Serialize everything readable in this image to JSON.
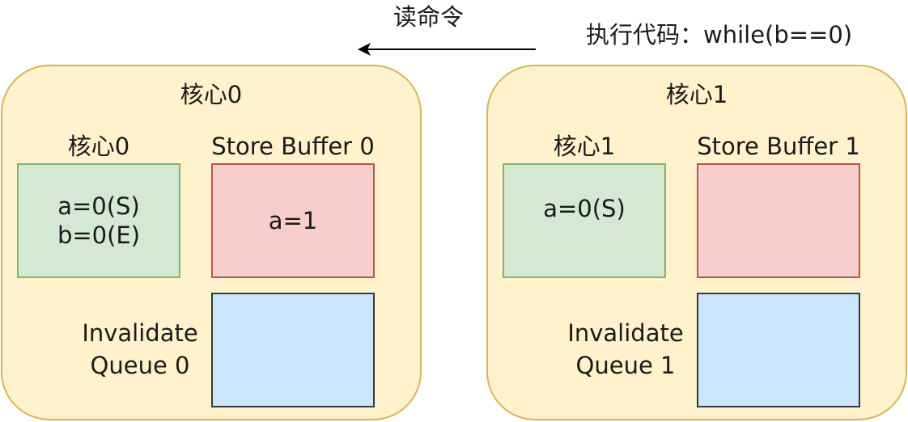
{
  "top": {
    "command_label": "读命令",
    "code_label": "执行代码：while(b==0)"
  },
  "cores": [
    {
      "title": "核心0",
      "cache_label": "核心0",
      "cache_lines": [
        "a=0(S)",
        "b=0(E)"
      ],
      "store_buffer_label": "Store Buffer 0",
      "store_buffer_lines": [
        "a=1"
      ],
      "invalidate_queue_label_line1": "Invalidate",
      "invalidate_queue_label_line2": "Queue 0"
    },
    {
      "title": "核心1",
      "cache_label": "核心1",
      "cache_lines": [
        "a=0(S)"
      ],
      "store_buffer_label": "Store Buffer 1",
      "store_buffer_lines": [],
      "invalidate_queue_label_line1": "Invalidate",
      "invalidate_queue_label_line2": "Queue 1"
    }
  ],
  "colors": {
    "core_fill": "#fff2cc",
    "core_stroke": "#d6b656",
    "cache_fill": "#d5e8d4",
    "cache_stroke": "#82b366",
    "store_fill": "#f8cecc",
    "store_stroke": "#b85450",
    "queue_fill": "#cce5ff",
    "queue_stroke": "#36393d"
  }
}
